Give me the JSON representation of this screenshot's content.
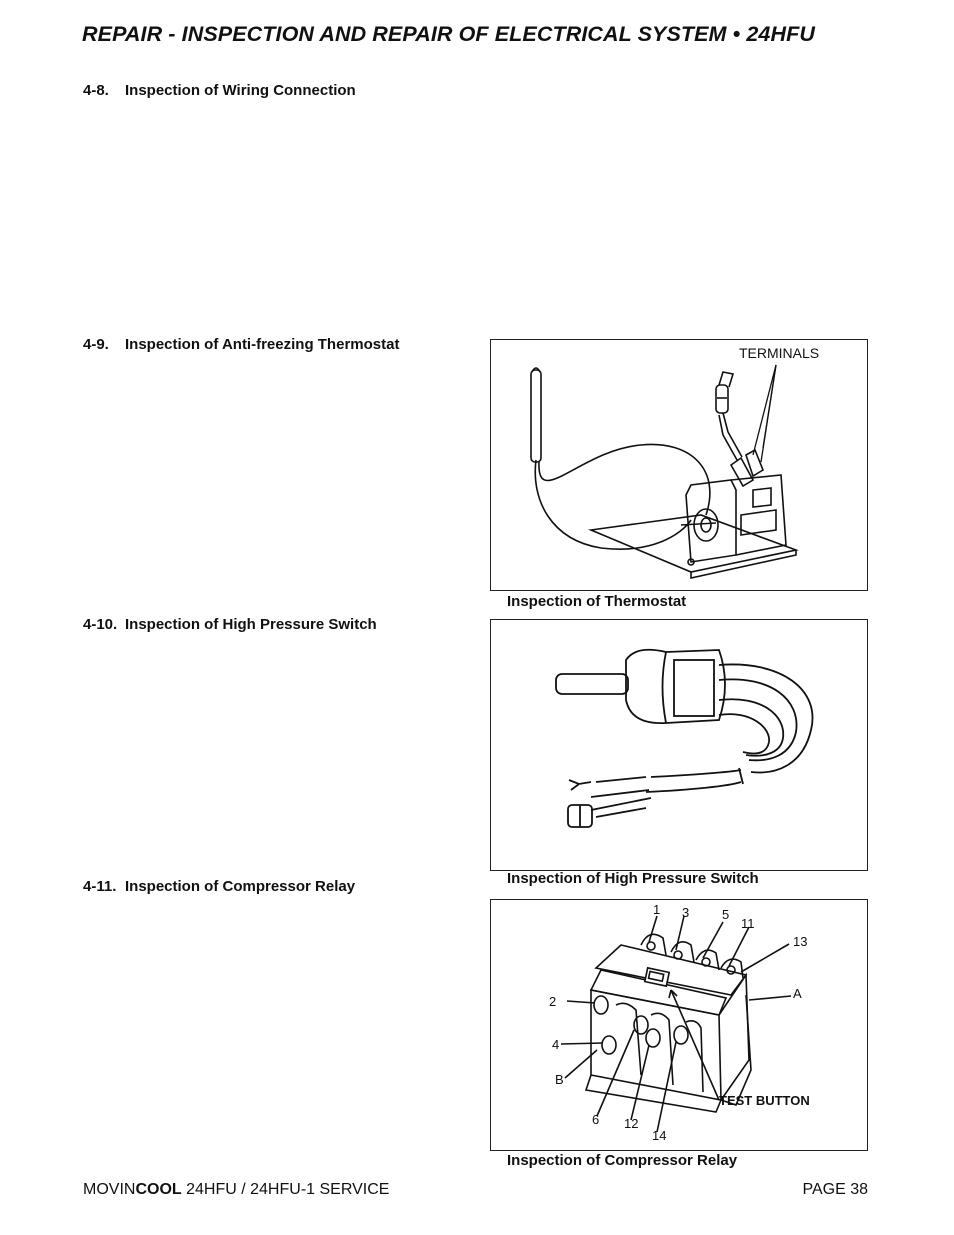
{
  "header": {
    "title": "REPAIR - INSPECTION AND REPAIR OF ELECTRICAL SYSTEM • 24HFU"
  },
  "sections": [
    {
      "number": "4-8.",
      "title": "Inspection of Wiring Connection"
    },
    {
      "number": "4-9.",
      "title": "Inspection of Anti-freezing Thermostat"
    },
    {
      "number": "4-10.",
      "title": "Inspection of High Pressure Switch"
    },
    {
      "number": "4-11.",
      "title": "Inspection of Compressor Relay"
    }
  ],
  "figures": {
    "thermostat": {
      "caption": "Inspection of Thermostat",
      "label_terminals": "TERMINALS"
    },
    "pressure_switch": {
      "caption": "Inspection of High Pressure Switch"
    },
    "relay": {
      "caption": "Inspection of Compressor Relay",
      "labels": {
        "l1": "1",
        "l3": "3",
        "l5": "5",
        "l11": "11",
        "l13": "13",
        "lA": "A",
        "l2": "2",
        "l4": "4",
        "lB": "B",
        "l6": "6",
        "l12": "12",
        "l14": "14",
        "test_button": "TEST BUTTON"
      }
    }
  },
  "footer": {
    "brand_a": "MOVIN",
    "brand_b": "COOL",
    "doc": " 24HFU / 24HFU-1 SERVICE",
    "page": "PAGE 38"
  }
}
